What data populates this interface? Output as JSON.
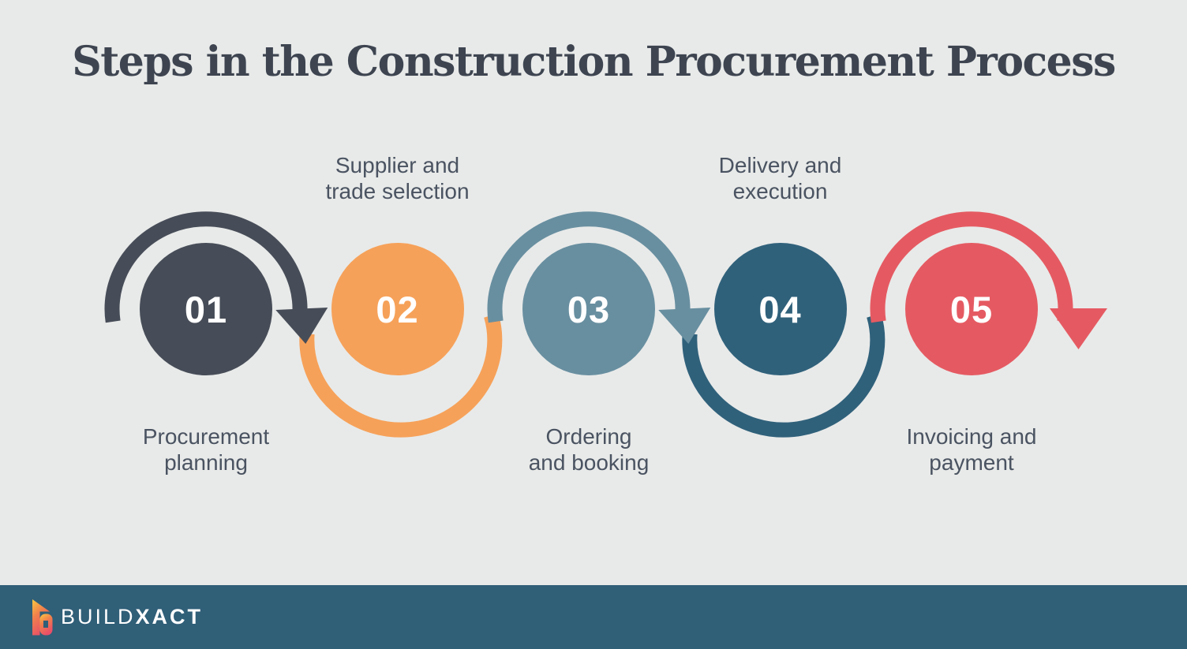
{
  "title": "Steps in the Construction Procurement Process",
  "steps": [
    {
      "number": "01",
      "label_lines": [
        "Procurement",
        "planning"
      ],
      "label_position": "below",
      "color": "#474D58"
    },
    {
      "number": "02",
      "label_lines": [
        "Supplier and",
        "trade selection"
      ],
      "label_position": "above",
      "color": "#F6A159"
    },
    {
      "number": "03",
      "label_lines": [
        "Ordering",
        "and booking"
      ],
      "label_position": "below",
      "color": "#688FA0"
    },
    {
      "number": "04",
      "label_lines": [
        "Delivery and",
        "execution"
      ],
      "label_position": "above",
      "color": "#30617B"
    },
    {
      "number": "05",
      "label_lines": [
        "Invoicing and",
        "payment"
      ],
      "label_position": "below",
      "color": "#E55A62"
    }
  ],
  "flow": {
    "description": "serpentine connector weaving over odd steps and under even steps",
    "arrow_after_steps": [
      "01",
      "03",
      "05"
    ],
    "final_arrow_size": "large"
  },
  "footer": {
    "bar_color": "#305F78",
    "logo": {
      "icon": "buildxact-b-icon",
      "text_light": "BUILD",
      "text_bold": "XACT",
      "mark_gradient": [
        "#F9C941",
        "#F0804C",
        "#E94F68"
      ]
    }
  },
  "colors": {
    "background": "#E8EAE9",
    "title": "#3E4551",
    "label": "#4A5361",
    "number": "#FFFFFF"
  }
}
